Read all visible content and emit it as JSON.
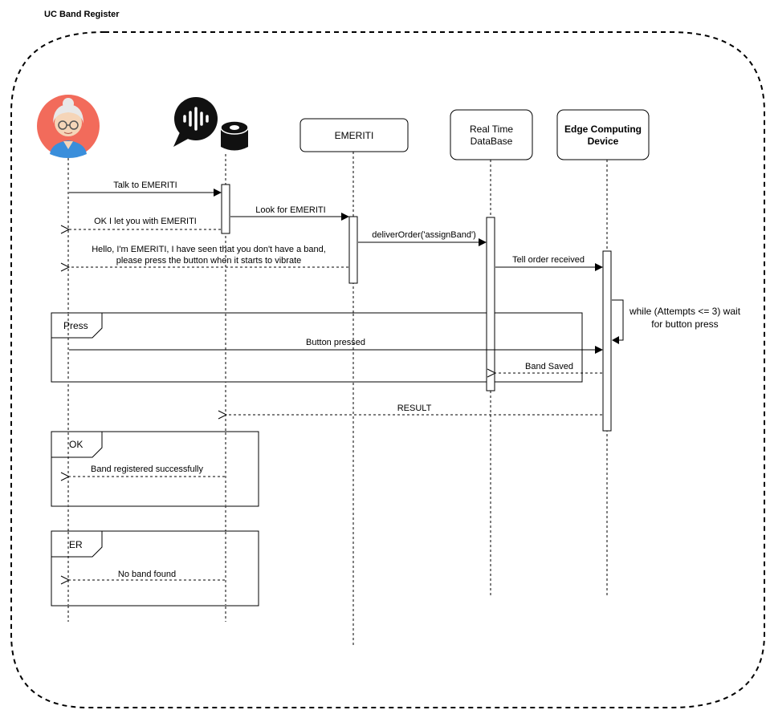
{
  "title": "UC Band Register",
  "participants": {
    "emeriti": "EMERITI",
    "rtdb_line1": "Real Time",
    "rtdb_line2": "DataBase",
    "edge_line1": "Edge Computing",
    "edge_line2": "Device"
  },
  "icons": {
    "user": "elderly-woman-avatar-icon",
    "speaker": "smart-speaker-voice-icon"
  },
  "messages": {
    "talk_to_emeriti": "Talk to EMERITI",
    "look_for_emeriti": "Look for EMERITI",
    "ok_let_you": "OK I let you with EMERITI",
    "deliver_order": "deliverOrder('assignBand')",
    "hello_line1": "Hello, I'm EMERITI, I have seen that you don't have a band,",
    "hello_line2": "please press the button when it starts to vibrate",
    "tell_order_received": "Tell order received",
    "while_line1": "while (Attempts <= 3) wait",
    "while_line2": "for button press",
    "button_pressed": "Button pressed",
    "band_saved": "Band Saved",
    "result": "RESULT",
    "band_registered": "Band registered successfully",
    "no_band_found": "No band found"
  },
  "fragments": {
    "press": "Press",
    "ok": "OK",
    "er": "ER"
  },
  "colors": {
    "avatar_bg": "#F26B5B",
    "avatar_shirt": "#3A8EDB",
    "line": "#000000"
  }
}
